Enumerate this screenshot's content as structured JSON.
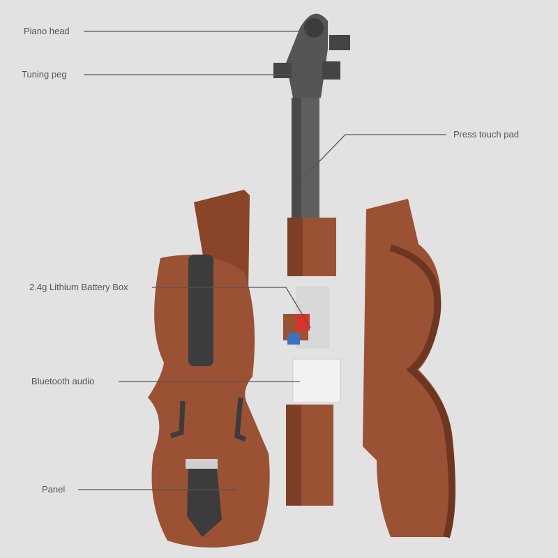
{
  "diagram": {
    "labels": {
      "piano_head": "Piano head",
      "tuning_peg": "Tuning peg",
      "press_touch_pad": "Press touch pad",
      "battery_box": "2.4g Lithium Battery Box",
      "bluetooth_audio": "Bluetooth audio",
      "panel": "Panel"
    },
    "colors": {
      "brick_brown": "#9b5134",
      "brick_dark": "#6e3620",
      "grey": "#5e5e5e",
      "dark_grey": "#3c3c3c",
      "background": "#e2e2e2"
    }
  }
}
